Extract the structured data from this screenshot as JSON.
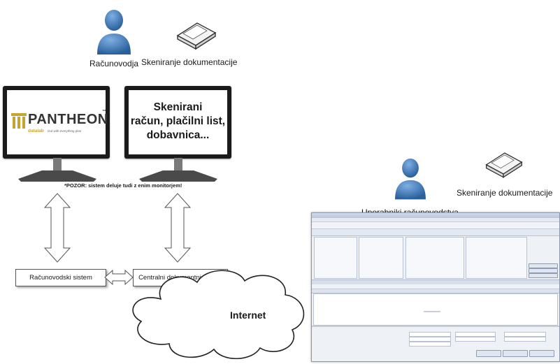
{
  "people": {
    "accountant": "Računovodja",
    "users": "Uporabniki računovodstva"
  },
  "scanners": {
    "top": "Skeniranje dokumentacije",
    "right": "Skeniranje dokumentacije"
  },
  "monitors": {
    "left_brand": "PANTHEON",
    "left_brand_mark": "™",
    "left_sub": "datalab",
    "left_tagline": "Out with everything plan",
    "right_lines": [
      "Skenirani",
      "račun, plačilni list,",
      "dobavnica..."
    ]
  },
  "note": "*POZOR: sistem deluje tudi z enim monitorjem!",
  "systems": {
    "accounting": "Računovodski sistem",
    "central": "Centralni dokumentni sistem"
  },
  "cloud": "Internet",
  "colors": {
    "person": "#2f6aa7",
    "arrow_stroke": "#555555",
    "pantheon_gold": "#c7a330"
  }
}
